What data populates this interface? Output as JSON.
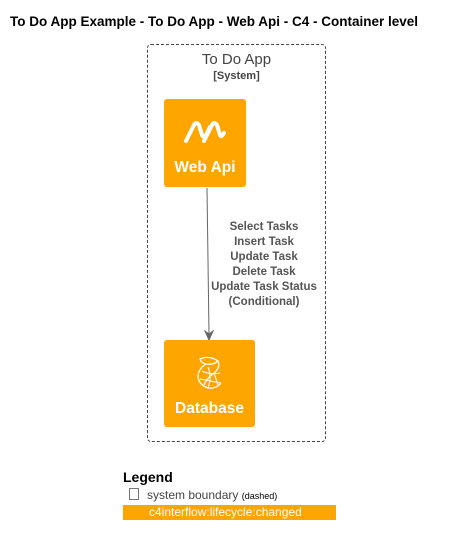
{
  "diagram": {
    "title": "To Do App Example - To Do App - Web Api - C4 - Container level",
    "boundary": {
      "name": "To Do App",
      "type": "[System]"
    },
    "nodes": {
      "web_api": {
        "label": "Web Api",
        "icon": "dotnet-icon",
        "color": "#FFA500"
      },
      "database": {
        "label": "Database",
        "icon": "sql-server-icon",
        "color": "#FFA500"
      }
    },
    "edge": {
      "from": "Web Api",
      "to": "Database",
      "labels": [
        "Select Tasks",
        "Insert Task",
        "Update Task",
        "Delete Task",
        "Update Task Status",
        "(Conditional)"
      ]
    },
    "legend": {
      "title": "Legend",
      "boundary_label": "system boundary",
      "boundary_note": "(dashed)",
      "tag_label": "c4interflow:lifecycle:changed",
      "tag_color": "#FFA500"
    }
  }
}
